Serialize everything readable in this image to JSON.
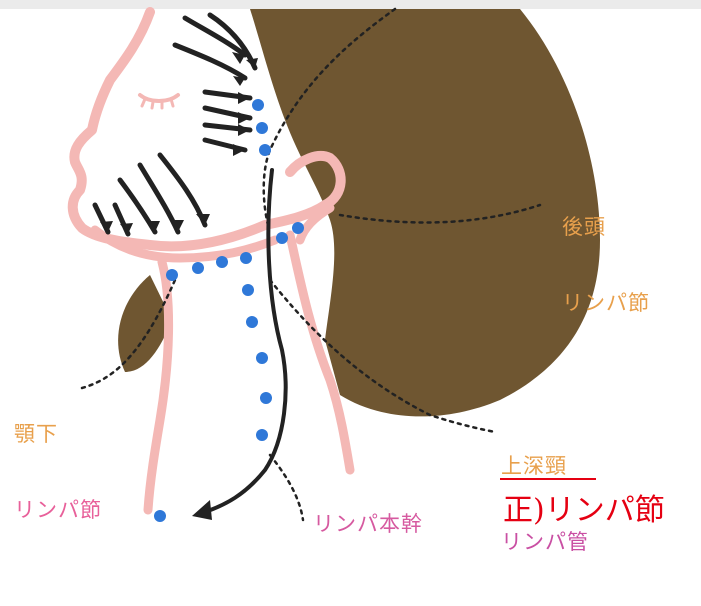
{
  "colors": {
    "hair": "#6f5631",
    "skin_outline": "#f4b8b5",
    "lymph_dot": "#2f78d8",
    "arrow": "#222222",
    "label_orange": "#e8a04c",
    "label_pink": "#d65aa0",
    "correction_red": "#e50012"
  },
  "labels": {
    "posterior": {
      "line1": "後頭",
      "line2": "リンパ節"
    },
    "submandibular": {
      "line1": "顎下",
      "line2": "リンパ節"
    },
    "deep_cervical": {
      "line1": "上深頸",
      "line2": "リンパ管"
    },
    "trunk": "リンパ本幹"
  },
  "correction": {
    "text": "正)リンパ節"
  },
  "icons": [
    "face-illustration",
    "lymph-flow-arrow",
    "lymph-node-dot"
  ]
}
